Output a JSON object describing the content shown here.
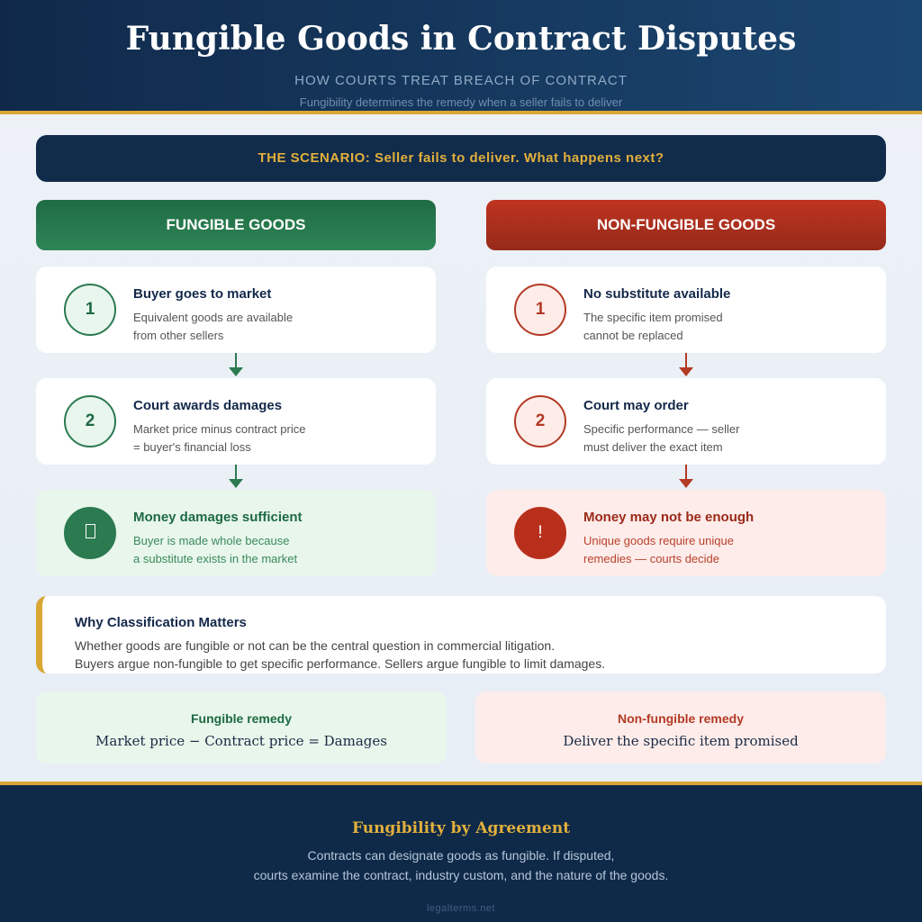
{
  "header": {
    "title": "Fungible Goods in Contract Disputes",
    "subtitle": "HOW COURTS TREAT BREACH OF CONTRACT",
    "tagline": "Fungibility determines the remedy when a seller fails to deliver"
  },
  "scenario": "THE SCENARIO: Seller fails to deliver. What happens next?",
  "fungible": {
    "heading": "FUNGIBLE GOODS",
    "color": "#2b7a50",
    "steps": [
      {
        "num": "1",
        "title": "Buyer goes to market",
        "l1": "Equivalent goods are available",
        "l2": "from other sellers"
      },
      {
        "num": "2",
        "title": "Court awards damages",
        "l1": "Market price minus contract price",
        "l2": "= buyer's financial loss"
      },
      {
        "icon": "check-icon",
        "title": "Money damages sufficient",
        "l1": "Buyer is made whole because",
        "l2": "a substitute exists in the market"
      }
    ]
  },
  "nonfungible": {
    "heading": "NON-FUNGIBLE GOODS",
    "color": "#b33a25",
    "steps": [
      {
        "num": "1",
        "title": "No substitute available",
        "l1": "The specific item promised",
        "l2": "cannot be replaced"
      },
      {
        "num": "2",
        "title": "Court may order",
        "l1": "Specific performance — seller",
        "l2": "must deliver the exact item"
      },
      {
        "num": "!",
        "icon": "exclamation-icon",
        "title": "Money may not be enough",
        "l1": "Unique goods require unique",
        "l2": "remedies — courts decide"
      }
    ]
  },
  "why": {
    "title": "Why Classification Matters",
    "l1": "Whether goods are fungible or not can be the central question in commercial litigation.",
    "l2": "Buyers argue non-fungible to get specific performance. Sellers argue fungible to limit damages."
  },
  "remedies": {
    "fungible": {
      "label": "Fungible remedy",
      "formula": "Market price − Contract price = Damages"
    },
    "nonfungible": {
      "label": "Non-fungible remedy",
      "formula": "Deliver the specific item promised"
    }
  },
  "footer": {
    "title": "Fungibility by Agreement",
    "l1": "Contracts can designate goods as fungible. If disputed,",
    "l2": "courts examine the contract, industry custom, and the nature of the goods.",
    "source": "legalterms.net"
  }
}
